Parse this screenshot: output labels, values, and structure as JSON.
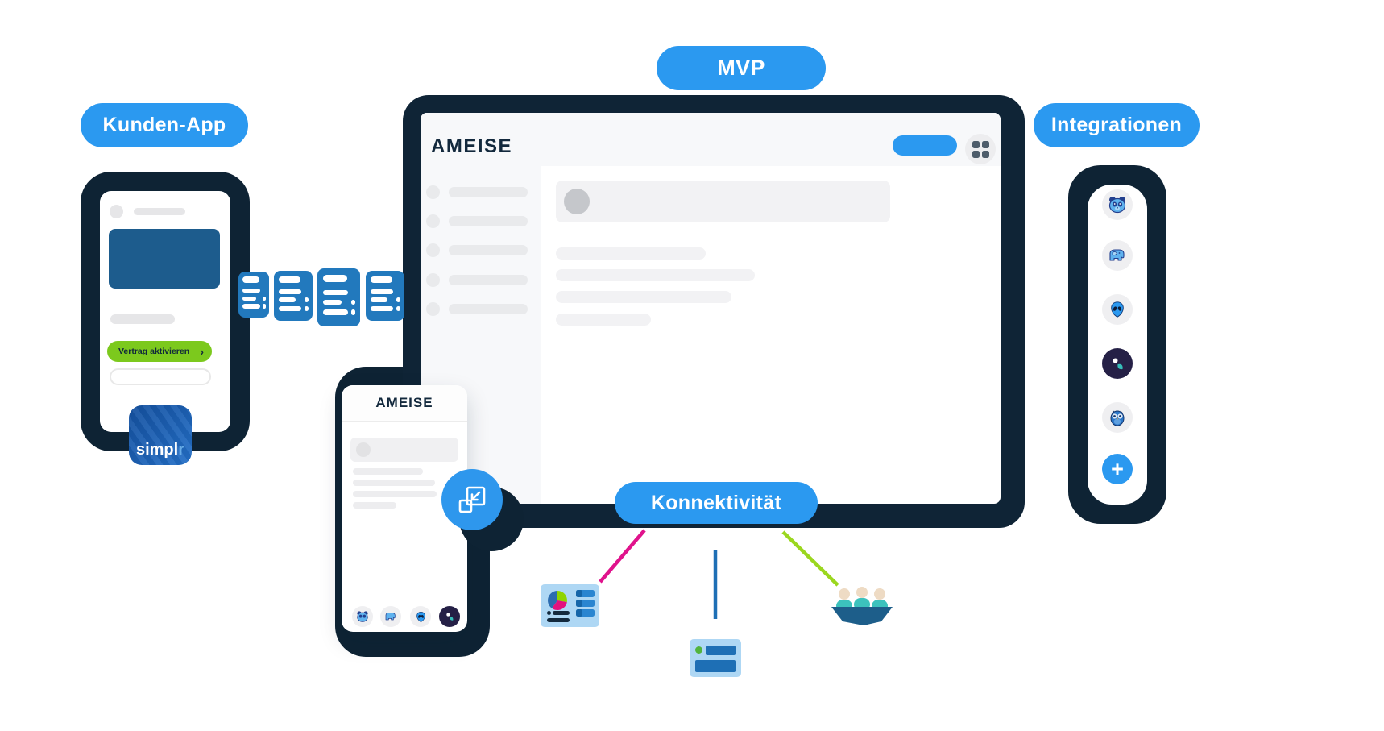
{
  "badges": {
    "kunden_app": "Kunden-App",
    "mvp": "MVP",
    "integrationen": "Integrationen",
    "konnektivitaet": "Konnektivität"
  },
  "kunden_app_phone": {
    "cta_label": "Vertrag aktivieren",
    "cta_chevron": "›",
    "app_icon": {
      "name_main": "simpl",
      "name_accent": "r"
    }
  },
  "mvp_laptop": {
    "brand": "AMEISE"
  },
  "mobile_app": {
    "brand": "AMEISE"
  },
  "integrations_bar": {
    "items": [
      "panda",
      "elephant",
      "alien",
      "orbit-logo",
      "owl"
    ],
    "add_label": "+"
  },
  "colors": {
    "badge_blue": "#2b99f0",
    "frame_navy": "#0e2334",
    "doc_blue": "#2279bd",
    "cta_green": "#7cc91d",
    "line_magenta": "#e0138c",
    "line_blue": "#1e6fb5",
    "line_green": "#9bd71f"
  }
}
